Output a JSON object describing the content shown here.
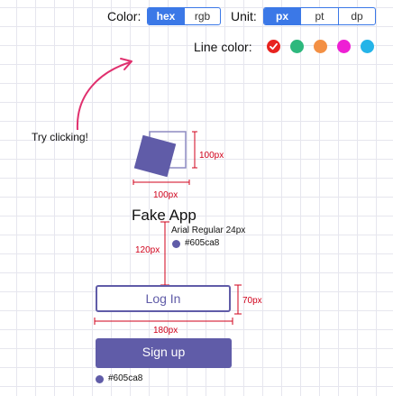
{
  "color_control": {
    "label": "Color:",
    "options": [
      "hex",
      "rgb"
    ],
    "selected": "hex"
  },
  "unit_control": {
    "label": "Unit:",
    "options": [
      "px",
      "pt",
      "dp"
    ],
    "selected": "px"
  },
  "line_color": {
    "label": "Line color:",
    "swatches": [
      "#e8231f",
      "#2db87d",
      "#f39044",
      "#ee1fd4",
      "#25b4e8"
    ],
    "selected_index": 0
  },
  "hint": "Try clicking!",
  "icon": {
    "width_label": "100px",
    "height_label": "100px"
  },
  "app_title": {
    "text": "Fake App",
    "font_info": "Arial Regular 24px",
    "color_value": "#605ca8",
    "gap_label": "120px"
  },
  "login_button": {
    "label": "Log In",
    "width_label": "180px",
    "height_label": "70px"
  },
  "signup_button": {
    "label": "Sign up",
    "color_value": "#605ca8"
  },
  "colors": {
    "accent": "#605ca8",
    "toggle_blue": "#3b78e7",
    "measure_red": "#d0021b",
    "arrow_pink": "#e0306e"
  }
}
